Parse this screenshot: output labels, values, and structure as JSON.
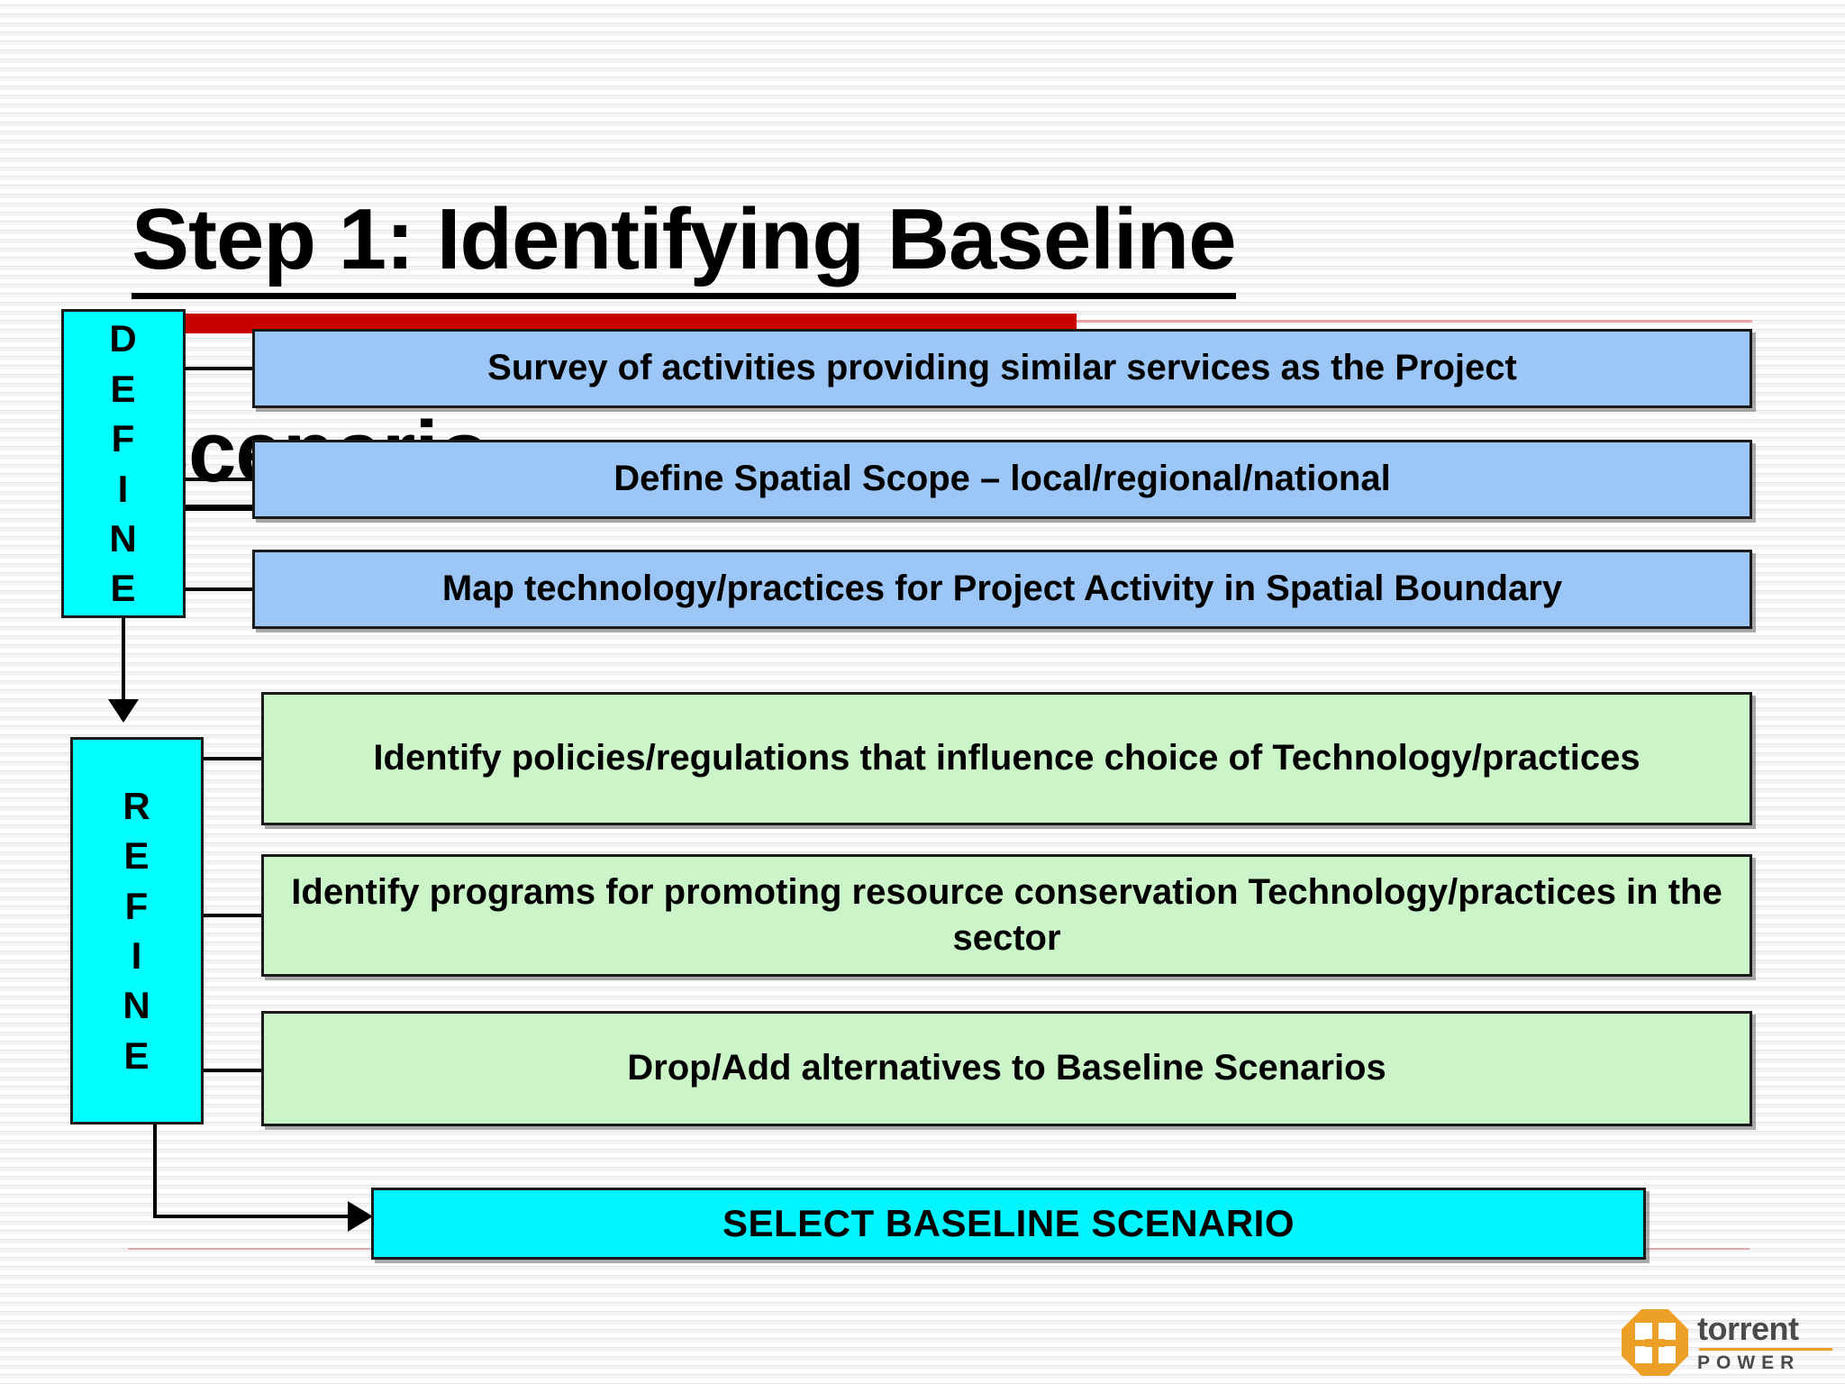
{
  "slide": {
    "title_line1": "Step 1: Identifying Baseline",
    "title_line2": "Scenario",
    "accent_red": "#c80000",
    "accent_cyan": "#00ffff",
    "accent_blue": "#9cc6f5",
    "accent_green": "#cbf5c8"
  },
  "stages": {
    "define": {
      "label": "DEFINE",
      "letters": [
        "D",
        "E",
        "F",
        "I",
        "N",
        "E"
      ]
    },
    "refine": {
      "label": "REFINE",
      "letters": [
        "R",
        "E",
        "F",
        "I",
        "N",
        "E"
      ]
    }
  },
  "define_steps": [
    {
      "text": "Survey of activities providing similar services as the Project"
    },
    {
      "text": "Define Spatial Scope – local/regional/national"
    },
    {
      "text": "Map technology/practices for Project Activity in Spatial Boundary"
    }
  ],
  "refine_steps": [
    {
      "text": "Identify policies/regulations that influence choice of Technology/practices"
    },
    {
      "text": "Identify programs for promoting resource conservation Technology/practices in the sector"
    },
    {
      "text": "Drop/Add alternatives to Baseline Scenarios"
    }
  ],
  "outcome": {
    "text": "SELECT BASELINE SCENARIO"
  },
  "logo": {
    "word": "torrent",
    "sub": "POWER",
    "mark_color": "#eda028",
    "text_color": "#4a4a4a"
  }
}
